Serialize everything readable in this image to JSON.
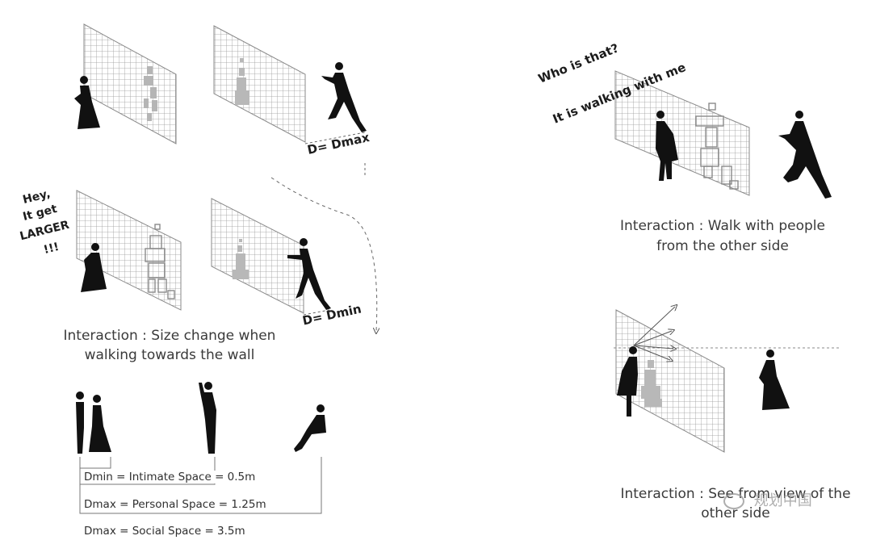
{
  "labels": {
    "d_max": "D= Dmax",
    "d_min": "D= Dmin",
    "hey_line1": "Hey,",
    "hey_line2": "It get",
    "hey_line3": "LARGER",
    "hey_line4": "!!!",
    "who_line1": "Who is that?",
    "who_line2": "It is walking with me"
  },
  "captions": {
    "size_change_line1": "Interaction : Size change when",
    "size_change_line2": "walking towards the wall",
    "walk_with_line1": "Interaction : Walk with people",
    "walk_with_line2": "from the other side",
    "see_line1": "Interaction : See from view of the",
    "see_line2": "other side"
  },
  "legend": {
    "dmin": "Dmin = Intimate Space = 0.5m",
    "dmax_personal": "Dmax = Personal Space = 1.25m",
    "dmax_social": "Dmax = Social Space = 3.5m"
  },
  "watermark": "规划中国",
  "colors": {
    "ink": "#111111",
    "grid": "#9a9a9a",
    "pixels": "#b5b5b5",
    "text": "#3a3a3a"
  }
}
